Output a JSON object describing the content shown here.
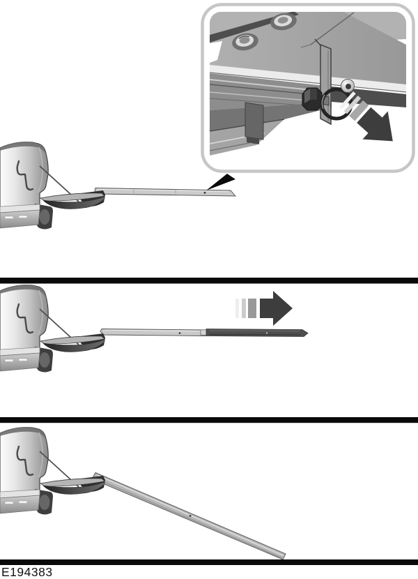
{
  "caption": {
    "text": "E194383"
  },
  "figure": {
    "type": "owner-manual-illustration",
    "background": "#ffffff",
    "divider_color": "#0a0a0a",
    "panels": [
      {
        "id": "step-1",
        "elements": [
          "truck-rear",
          "ramp-retracted",
          "callout-pointer-icon",
          "inset-callout"
        ],
        "inset": {
          "border_color": "#c6c6c6",
          "icons": [
            "pull-pin-ring-icon",
            "ball-stud-icon",
            "striped-direction-arrow-icon"
          ],
          "arrow_direction": "down-right"
        }
      },
      {
        "id": "step-2",
        "elements": [
          "truck-rear",
          "ramp-extended",
          "striped-direction-arrow-icon"
        ],
        "arrow_direction": "right",
        "arrow_color": "#3d3d3d",
        "arrow_stripe_colors": [
          "#eeeeee",
          "#cccccc",
          "#999999"
        ]
      },
      {
        "id": "step-3",
        "elements": [
          "truck-rear",
          "ramp-lowered-to-ground"
        ]
      }
    ],
    "colors": {
      "ramp_light": "#cbcbcb",
      "ramp_dark": "#4f4f4f",
      "truck_body": "#c6c6c6",
      "step_face": "#2f2f2f",
      "pin_ring": "#232323"
    }
  }
}
